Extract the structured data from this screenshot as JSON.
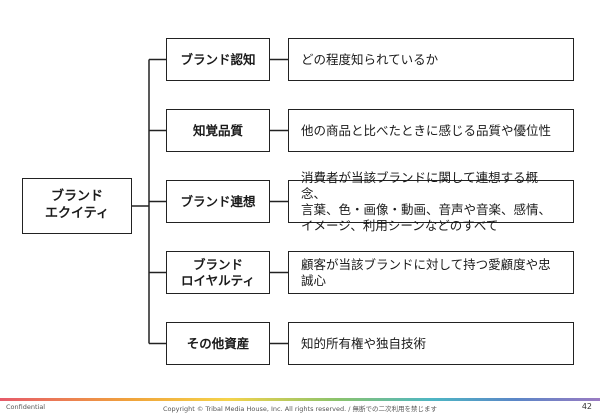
{
  "diagram": {
    "root": {
      "label_lines": [
        "ブランド",
        "エクイティ"
      ]
    },
    "branches": [
      {
        "category_lines": [
          "ブランド認知"
        ],
        "description_lines": [
          "どの程度知られているか"
        ]
      },
      {
        "category_lines": [
          "知覚品質"
        ],
        "description_lines": [
          "他の商品と比べたときに感じる品質や優位性"
        ]
      },
      {
        "category_lines": [
          "ブランド連想"
        ],
        "description_lines": [
          "消費者が当該ブランドに関して連想する概念、",
          "言葉、色・画像・動画、音声や音楽、感情、",
          "イメージ、利用シーンなどのすべて"
        ]
      },
      {
        "category_lines": [
          "ブランド",
          "ロイヤルティ"
        ],
        "description_lines": [
          "顧客が当該ブランドに対して持つ愛顧度や忠",
          "誠心"
        ]
      },
      {
        "category_lines": [
          "その他資産"
        ],
        "description_lines": [
          "知的所有権や独自技術"
        ]
      }
    ]
  },
  "footer": {
    "left": "Confidential",
    "center": "Copyright © Tribal Media House, Inc. All rights reserved. / 無断での二次利用を禁じます",
    "page_number": "42"
  }
}
